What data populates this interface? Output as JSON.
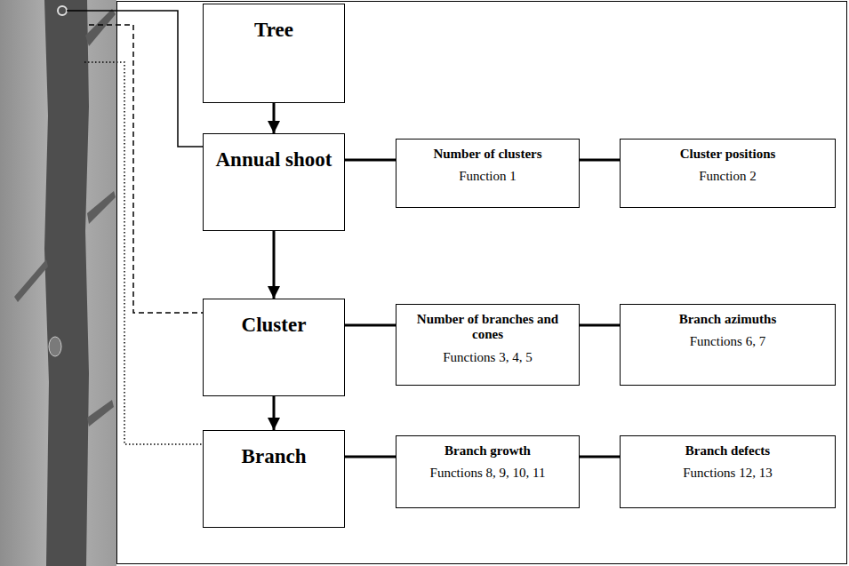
{
  "diagram": {
    "nodes": [
      {
        "text": [
          "Tree"
        ]
      },
      {
        "text": [
          "Annual shoot"
        ]
      },
      {
        "text": [
          "Number of clusters",
          "Function 1"
        ]
      },
      {
        "text": [
          "Cluster positions",
          "Function 2"
        ]
      },
      {
        "text": [
          "Cluster"
        ]
      },
      {
        "text": [
          "Number of branches and cones",
          "Functions 3, 4, 5"
        ]
      },
      {
        "text": [
          "Branch azimuths",
          "Functions 6, 7"
        ]
      },
      {
        "text": [
          "Branch"
        ]
      },
      {
        "text": [
          "Branch growth",
          "Functions 8, 9, 10, 11"
        ]
      },
      {
        "text": [
          "Branch defects",
          "Functions 12, 13"
        ]
      }
    ],
    "edges": [
      {
        "from": 0,
        "to": 1,
        "arrow": "to"
      },
      {
        "from": 1,
        "to": 4,
        "arrow": "to"
      },
      {
        "from": 4,
        "to": 7,
        "arrow": "to"
      },
      {
        "from": 1,
        "to": 2,
        "arrow": "none"
      },
      {
        "from": 2,
        "to": 3,
        "arrow": "none"
      },
      {
        "from": 4,
        "to": 5,
        "arrow": "none"
      },
      {
        "from": 5,
        "to": 6,
        "arrow": "none"
      },
      {
        "from": 7,
        "to": 8,
        "arrow": "none"
      },
      {
        "from": 8,
        "to": 9,
        "arrow": "none"
      }
    ]
  }
}
